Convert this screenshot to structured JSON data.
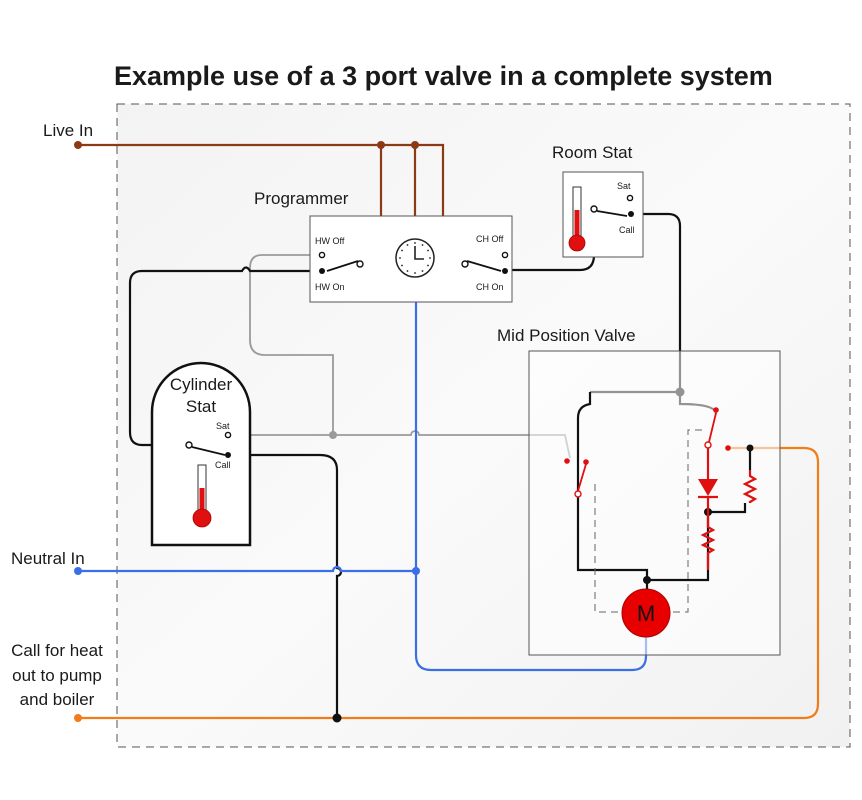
{
  "title": "Example use of a 3 port valve in a complete system",
  "inputs": {
    "live_in": "Live In",
    "neutral_in": "Neutral In",
    "call_for_heat_lines": [
      "Call for heat",
      "out to pump",
      "and boiler"
    ]
  },
  "programmer": {
    "label": "Programmer",
    "hw_off": "HW Off",
    "hw_on": "HW On",
    "ch_off": "CH Off",
    "ch_on": "CH On"
  },
  "room_stat": {
    "label": "Room Stat",
    "sat": "Sat",
    "call": "Call"
  },
  "cylinder_stat": {
    "label_lines": [
      "Cylinder",
      "Stat"
    ],
    "sat": "Sat",
    "call": "Call"
  },
  "valve": {
    "label": "Mid Position Valve",
    "motor": "M"
  },
  "colors": {
    "live": "#8b3a16",
    "neutral": "#3b6fe6",
    "call_for_heat": "#f07d1a",
    "switched": "#111111",
    "satisfied": "#9a9a9a",
    "valve_internal": "#e01010"
  }
}
